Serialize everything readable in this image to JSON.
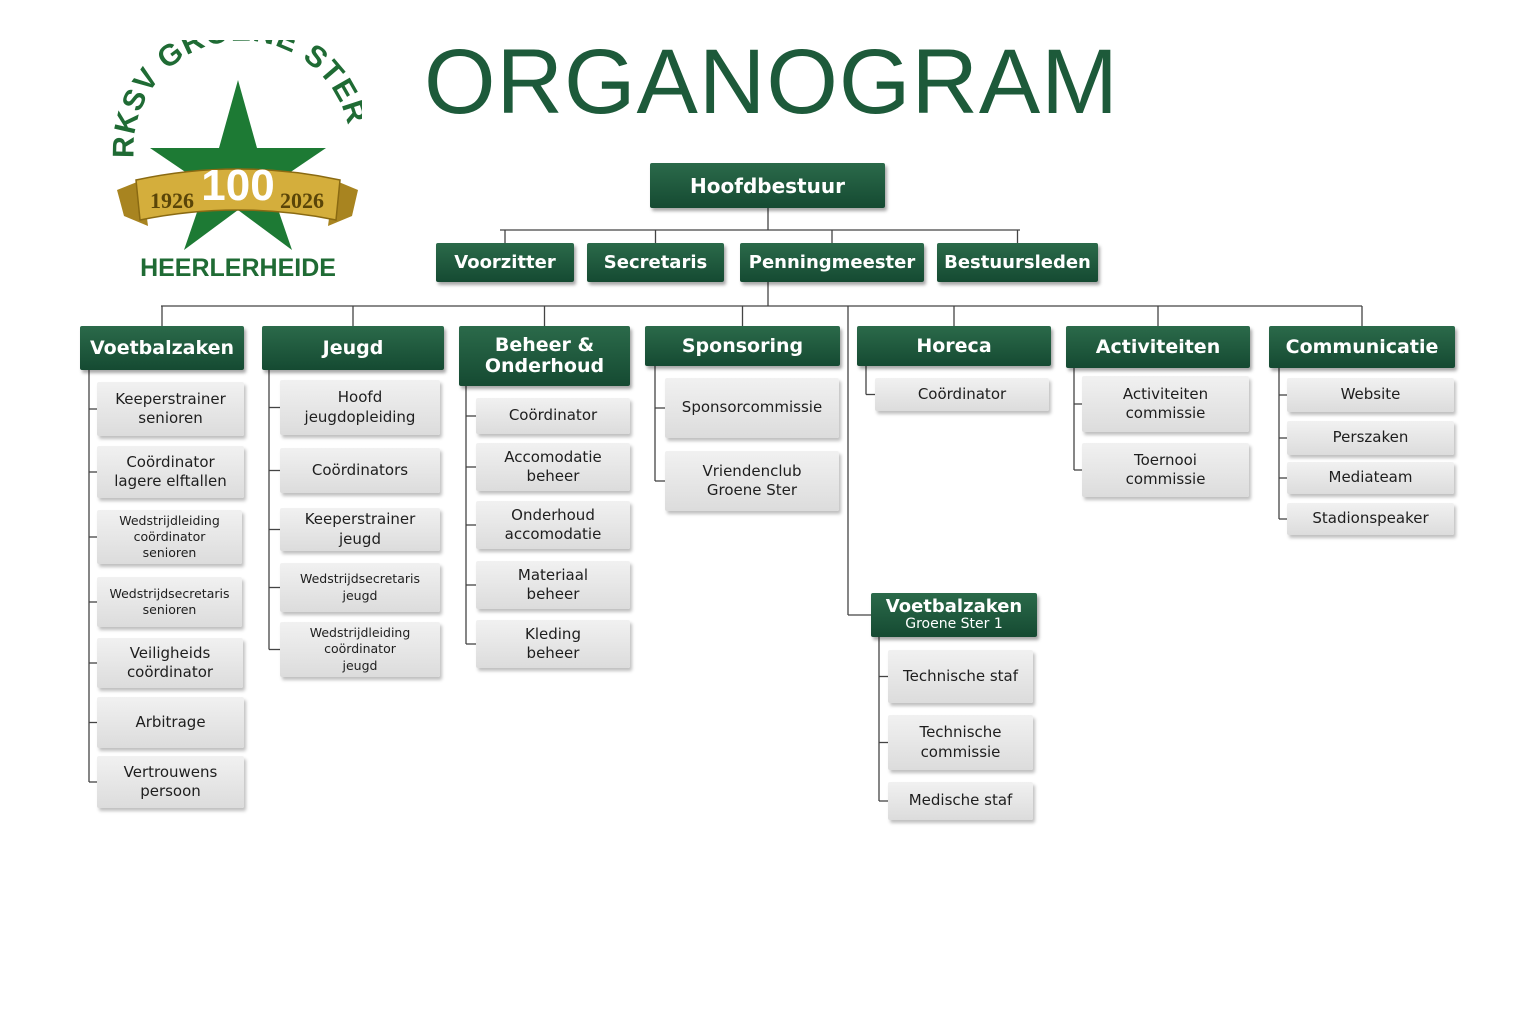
{
  "title": "ORGANOGRAM",
  "logo": {
    "top_text": "RKSV GROENE STER",
    "number": "100",
    "year_left": "1926",
    "year_right": "2026",
    "place": "HEERLERHEIDE"
  },
  "colors": {
    "dark_green": "#1a5236",
    "gold": "#c9a233",
    "box_grey": "#e6e6e6"
  },
  "root": "Hoofdbestuur",
  "board": [
    "Voorzitter",
    "Secretaris",
    "Penningmeester",
    "Bestuursleden"
  ],
  "departments": [
    {
      "name": "Voetbalzaken",
      "items": [
        "Keeperstrainer\nsenioren",
        "Coördinator\nlagere elftallen",
        "Wedstrijdleiding\ncoördinator\nsenioren",
        "Wedstrijdsecretaris\nsenioren",
        "Veiligheids\ncoördinator",
        "Arbitrage",
        "Vertrouwens\npersoon"
      ]
    },
    {
      "name": "Jeugd",
      "items": [
        "Hoofd\njeugdopleiding",
        "Coördinators",
        "Keeperstrainer\njeugd",
        "Wedstrijdsecretaris\njeugd",
        "Wedstrijdleiding\ncoördinator\njeugd"
      ]
    },
    {
      "name": "Beheer &\nOnderhoud",
      "items": [
        "Coördinator",
        "Accomodatie\nbeheer",
        "Onderhoud\naccomodatie",
        "Materiaal\nbeheer",
        "Kleding\nbeheer"
      ]
    },
    {
      "name": "Sponsoring",
      "items": [
        "Sponsorcommissie",
        "Vriendenclub\nGroene Ster"
      ]
    },
    {
      "name": "Horeca",
      "items": [
        "Coördinator"
      ]
    },
    {
      "name": "Activiteiten",
      "items": [
        "Activiteiten\ncommissie",
        "Toernooi\ncommissie"
      ]
    },
    {
      "name": "Communicatie",
      "items": [
        "Website",
        "Perszaken",
        "Mediateam",
        "Stadionspeaker"
      ]
    }
  ],
  "first_team": {
    "name": "Voetbalzaken",
    "subtitle": "Groene Ster 1",
    "items": [
      "Technische staf",
      "Technische\ncommissie",
      "Medische staf"
    ]
  }
}
